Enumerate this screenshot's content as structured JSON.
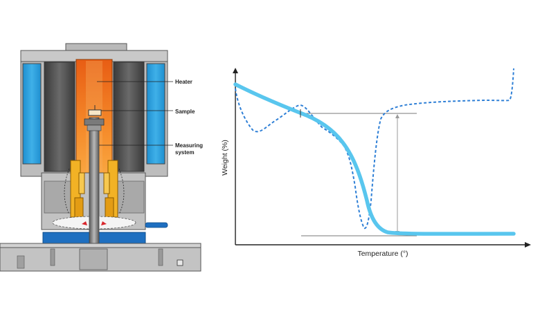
{
  "instrument": {
    "labels": {
      "heater": "Heater",
      "sample": "Sample",
      "measuring_line1": "Measuring",
      "measuring_line2": "system"
    }
  },
  "chart_data": {
    "type": "line",
    "title": "",
    "xlabel": "Temperature (°)",
    "ylabel": "Weight (%)",
    "ticks": false,
    "grid": false,
    "colors": {
      "weight_curve": "#59c6ee",
      "derivative_curve": "#2e7fd6",
      "guide_lines": "#777777"
    }
  }
}
